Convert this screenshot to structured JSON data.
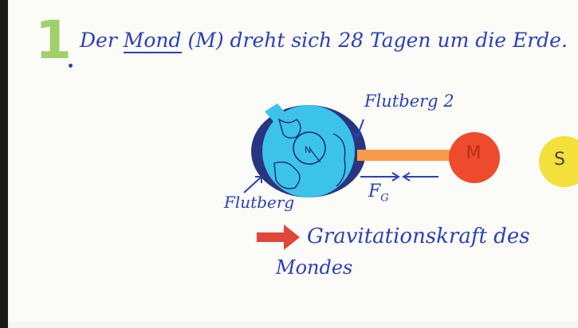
{
  "slide": {
    "number": "1",
    "title_pre": "Der ",
    "title_mond": "Mond",
    "title_post": " (M) dreht sich 28 Tagen um die Erde.",
    "flutberg_2": "Flutberg 2",
    "flutberg": "Flutberg",
    "force_label": "F",
    "force_sub": "G",
    "moon_label": "M",
    "sun_label": "S",
    "legend_text": "Gravitationskraft des",
    "legend_text_2": "Mondes",
    "earth_center_label": "N"
  },
  "colors": {
    "earth": "#3cc3ea",
    "earth_bulge": "#2a3580",
    "moon": "#ee4a2e",
    "rod": "#f79a4a",
    "sun": "#f4e03a",
    "ink": "#2d3fb8",
    "number": "#9fd06a",
    "arrow": "#e0463a"
  }
}
